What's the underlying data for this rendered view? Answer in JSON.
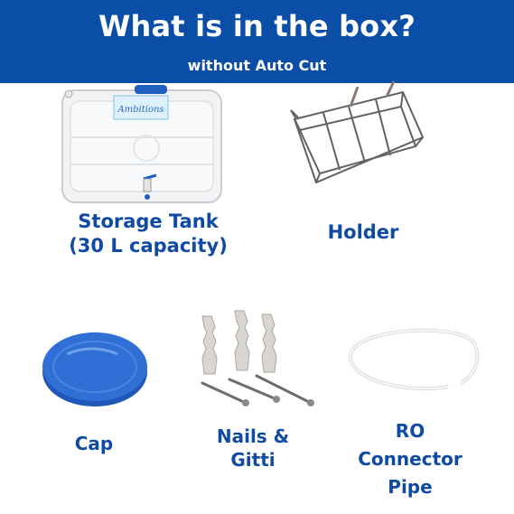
{
  "header": {
    "title": "What is in the box?",
    "subtitle": "without Auto Cut",
    "background_color": "#0a4ea8"
  },
  "items": [
    {
      "id": "storage-tank",
      "label_lines": [
        "Storage Tank",
        "(30 L capacity)"
      ],
      "brand_text": "Ambitions"
    },
    {
      "id": "holder",
      "label_lines": [
        "Holder"
      ]
    },
    {
      "id": "cap",
      "label_lines": [
        "Cap"
      ]
    },
    {
      "id": "nails",
      "label_lines": [
        "Nails &",
        "Gitti"
      ]
    },
    {
      "id": "ro-pipe",
      "label_lines": [
        "RO",
        "Connector",
        "Pipe"
      ]
    }
  ],
  "accent_color": "#0f4aa3"
}
